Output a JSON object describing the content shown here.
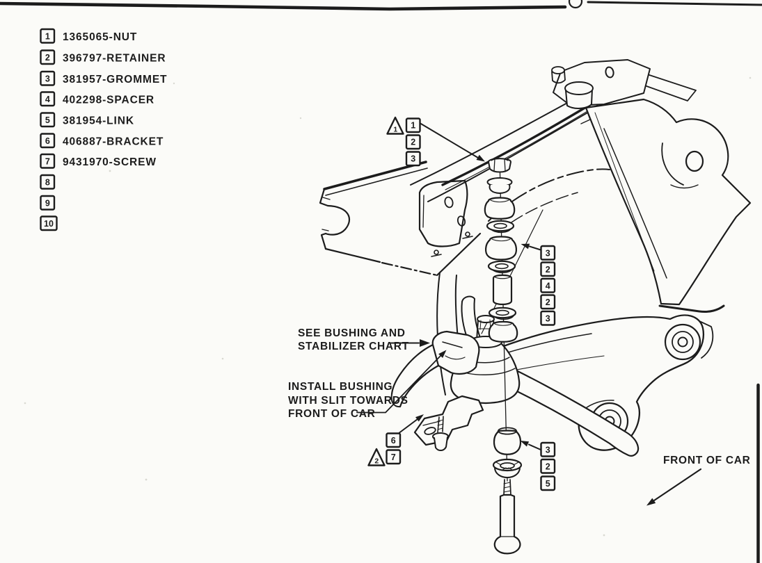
{
  "legend": {
    "items": [
      {
        "num": "1",
        "label": "1365065-NUT"
      },
      {
        "num": "2",
        "label": "396797-RETAINER"
      },
      {
        "num": "3",
        "label": "381957-GROMMET"
      },
      {
        "num": "4",
        "label": "402298-SPACER"
      },
      {
        "num": "5",
        "label": "381954-LINK"
      },
      {
        "num": "6",
        "label": "406887-BRACKET"
      },
      {
        "num": "7",
        "label": "9431970-SCREW"
      },
      {
        "num": "8",
        "label": ""
      },
      {
        "num": "9",
        "label": ""
      },
      {
        "num": "10",
        "label": ""
      }
    ]
  },
  "callouts": {
    "top": {
      "triangle_num": "1",
      "items": [
        "1",
        "2",
        "3"
      ]
    },
    "mid_right": {
      "items": [
        "3",
        "2",
        "4",
        "2",
        "3"
      ]
    },
    "bottom_right": {
      "items": [
        "3",
        "2",
        "5"
      ]
    },
    "bottom_left": {
      "bracket_num": "6",
      "triangle_num": "2",
      "screw_num": "7"
    }
  },
  "annotations": {
    "see_bushing_line1": "SEE BUSHING AND",
    "see_bushing_line2": "STABILIZER CHART",
    "install_line1": "INSTALL BUSHING",
    "install_line2": "WITH SLIT TOWARDS",
    "install_line3": "FRONT OF CAR",
    "front_of_car": "FRONT OF CAR"
  },
  "colors": {
    "ink": "#1c1c1c",
    "paper": "#fbfbf8"
  }
}
